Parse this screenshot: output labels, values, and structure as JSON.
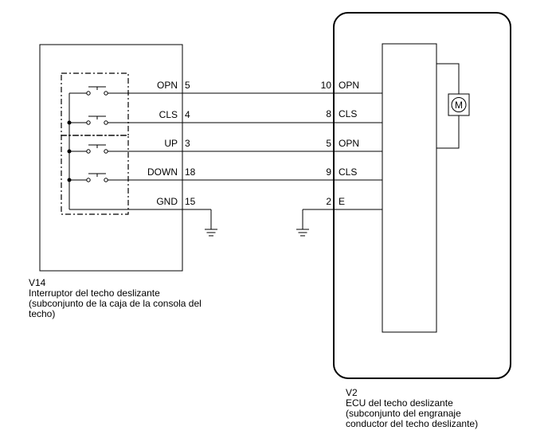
{
  "switch": {
    "id": "V14",
    "name": "Interruptor del techo deslizante",
    "desc_line1": "(subconjunto de la caja de la consola del",
    "desc_line2": "techo)",
    "pins": [
      {
        "label": "OPN",
        "num": "5"
      },
      {
        "label": "CLS",
        "num": "4"
      },
      {
        "label": "UP",
        "num": "3"
      },
      {
        "label": "DOWN",
        "num": "18"
      },
      {
        "label": "GND",
        "num": "15"
      }
    ]
  },
  "ecu": {
    "id": "V2",
    "name": "ECU del techo deslizante",
    "desc_line1": "(subconjunto del engranaje",
    "desc_line2": "conductor del techo deslizante)",
    "pins": [
      {
        "num": "10",
        "label": "OPN"
      },
      {
        "num": "8",
        "label": "CLS"
      },
      {
        "num": "5",
        "label": "OPN"
      },
      {
        "num": "9",
        "label": "CLS"
      },
      {
        "num": "2",
        "label": "E"
      }
    ],
    "motor_label": "M"
  }
}
